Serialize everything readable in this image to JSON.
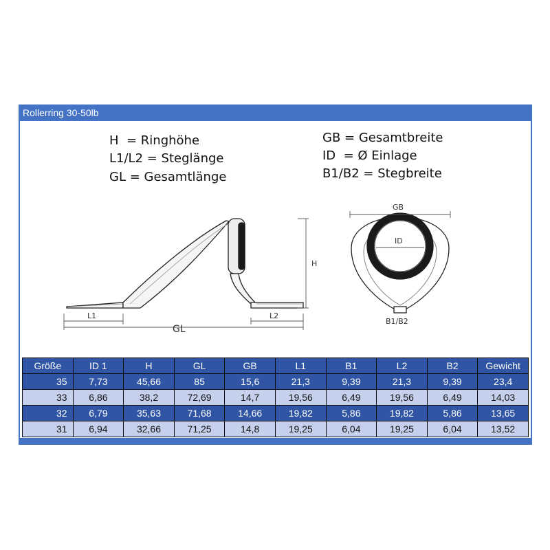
{
  "panel": {
    "title": "Rollerring 30-50lb"
  },
  "legend": {
    "left": [
      "H  = Ringhöhe",
      "L1/L2 = Steglänge",
      "GL = Gesamtlänge"
    ],
    "right": [
      "GB = Gesamtbreite",
      "ID  = Ø Einlage",
      "B1/B2 = Stegbreite"
    ]
  },
  "diagram": {
    "side_labels": {
      "h": "H",
      "l1": "L1",
      "l2": "L2",
      "gl": "GL"
    },
    "front_labels": {
      "gb": "GB",
      "id": "ID",
      "b1b2": "B1/B2"
    }
  },
  "table": {
    "headers": [
      "Größe",
      "ID 1",
      "H",
      "GL",
      "GB",
      "L1",
      "B1",
      "L2",
      "B2",
      "Gewicht"
    ],
    "rows": [
      [
        "35",
        "7,73",
        "45,66",
        "85",
        "15,6",
        "21,3",
        "9,39",
        "21,3",
        "9,39",
        "23,4"
      ],
      [
        "33",
        "6,86",
        "38,2",
        "72,69",
        "14,7",
        "19,56",
        "6,49",
        "19,56",
        "6,49",
        "14,03"
      ],
      [
        "32",
        "6,79",
        "35,63",
        "71,68",
        "14,66",
        "19,82",
        "5,86",
        "19,82",
        "5,86",
        "13,65"
      ],
      [
        "31",
        "6,94",
        "32,66",
        "71,25",
        "14,8",
        "19,25",
        "6,04",
        "19,25",
        "6,04",
        "13,52"
      ]
    ]
  },
  "colors": {
    "panel_bg": "#4472c4",
    "table_dark": "#2f55a4",
    "table_light": "#c5d0ec"
  }
}
